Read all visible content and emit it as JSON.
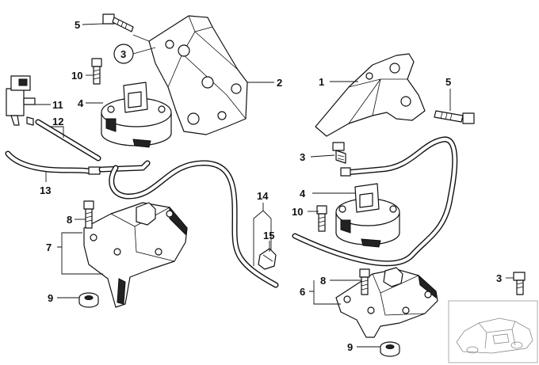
{
  "labels": {
    "l1": "1",
    "l2": "2",
    "l3a": "3",
    "l3b": "3",
    "l3c": "3",
    "l4a": "4",
    "l4b": "4",
    "l5a": "5",
    "l5b": "5",
    "l6": "6",
    "l7": "7",
    "l8a": "8",
    "l8b": "8",
    "l9a": "9",
    "l9b": "9",
    "l10a": "10",
    "l10b": "10",
    "l11": "11",
    "l12": "12",
    "l13": "13",
    "l14": "14",
    "l15": "15"
  }
}
